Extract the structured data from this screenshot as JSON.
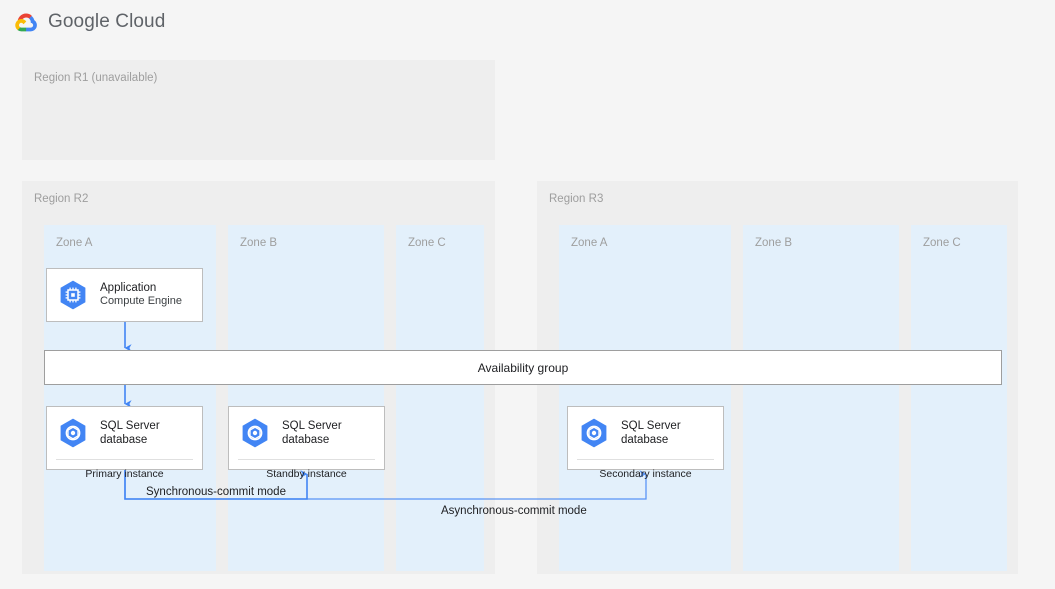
{
  "header": {
    "brand": "Google Cloud",
    "logo_icon": "google-cloud-logo-icon"
  },
  "colors": {
    "accent_blue": "#4285f4",
    "icon_blue": "#4285f4",
    "region_bg": "#eeeeee",
    "zone_bg": "#e3f0fb",
    "page_bg": "#f5f5f5",
    "muted_text": "#9e9e9e"
  },
  "regions": [
    {
      "id": "r1",
      "label": "Region R1 (unavailable)",
      "zones": []
    },
    {
      "id": "r2",
      "label": "Region R2",
      "zones": [
        {
          "id": "r2a",
          "label": "Zone A"
        },
        {
          "id": "r2b",
          "label": "Zone B"
        },
        {
          "id": "r2c",
          "label": "Zone C"
        }
      ]
    },
    {
      "id": "r3",
      "label": "Region R3",
      "zones": [
        {
          "id": "r3a",
          "label": "Zone A"
        },
        {
          "id": "r3b",
          "label": "Zone B"
        },
        {
          "id": "r3c",
          "label": "Zone C"
        }
      ]
    }
  ],
  "nodes": {
    "application": {
      "title": "Application",
      "subtitle": "Compute Engine",
      "icon": "compute-engine-icon"
    },
    "primary_db": {
      "title": "SQL Server",
      "title2": "database",
      "role": "Primary instance",
      "icon": "sql-server-database-icon"
    },
    "standby_db": {
      "title": "SQL Server",
      "title2": "database",
      "role": "Standby instance",
      "icon": "sql-server-database-icon"
    },
    "secondary_db": {
      "title": "SQL Server",
      "title2": "database",
      "role": "Secondary instance",
      "icon": "sql-server-database-icon"
    }
  },
  "availability_group": {
    "label": "Availability group"
  },
  "edges": [
    {
      "id": "sync",
      "label": "Synchronous-commit mode",
      "from": "primary_db",
      "to": "standby_db"
    },
    {
      "id": "async",
      "label": "Asynchronous-commit mode",
      "from": "primary_db",
      "to": "secondary_db"
    }
  ]
}
